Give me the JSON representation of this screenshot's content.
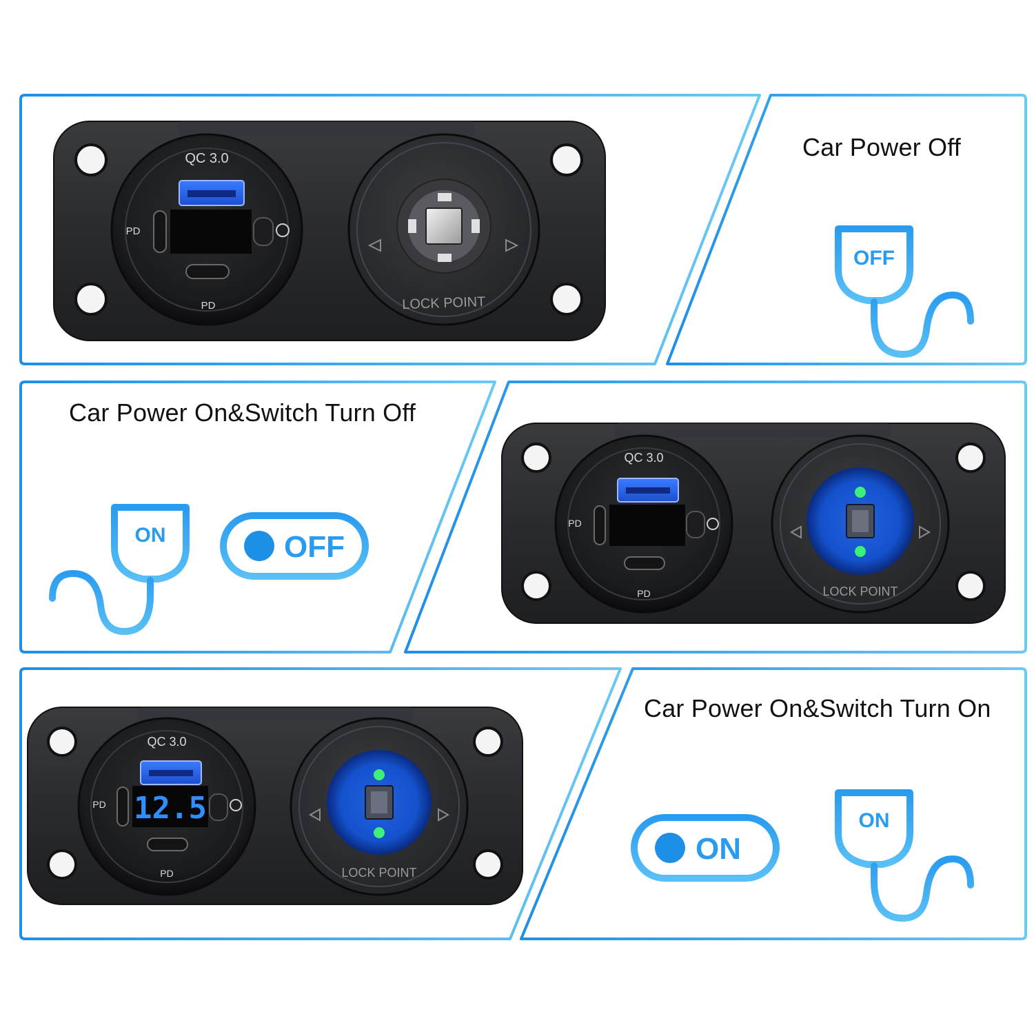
{
  "colors": {
    "accent": "#1e8fe6",
    "accent_light": "#5fc2f5",
    "panel_dark": "#2a2b2e",
    "led_blue": "#1a6dff",
    "display_blue": "#2f8fff"
  },
  "stages": [
    {
      "caption": "Car Power Off",
      "plug_label": "OFF",
      "panel": {
        "qc_label": "QC 3.0",
        "pd_left": "PD",
        "pd_bottom": "PD",
        "ring_text": "LOCK POINT",
        "display": "",
        "leds_lit": false
      }
    },
    {
      "caption": "Car Power On&Switch Turn Off",
      "plug_label": "ON",
      "toggle_label": "OFF",
      "panel": {
        "qc_label": "QC 3.0",
        "pd_left": "PD",
        "pd_bottom": "PD",
        "ring_text": "LOCK POINT",
        "display": "",
        "leds_lit": true
      }
    },
    {
      "caption": "Car Power On&Switch Turn On",
      "plug_label": "ON",
      "toggle_label": "ON",
      "panel": {
        "qc_label": "QC 3.0",
        "pd_left": "PD",
        "pd_bottom": "PD",
        "ring_text": "LOCK POINT",
        "display": "12.5",
        "leds_lit": true
      }
    }
  ]
}
